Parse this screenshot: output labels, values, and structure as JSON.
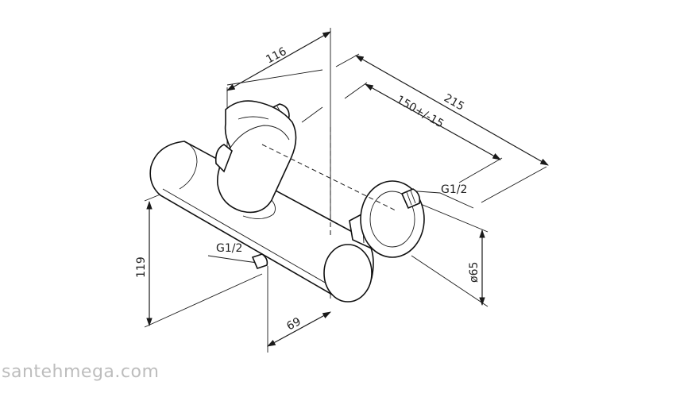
{
  "dimensions": {
    "width_top": "116",
    "overall_length": "215",
    "center_distance": "150+/-15",
    "thread_right": "G1/2",
    "thread_bottom": "G1/2",
    "height": "119",
    "depth": "69",
    "diameter": "ø65"
  },
  "watermark": "santehmega.com"
}
